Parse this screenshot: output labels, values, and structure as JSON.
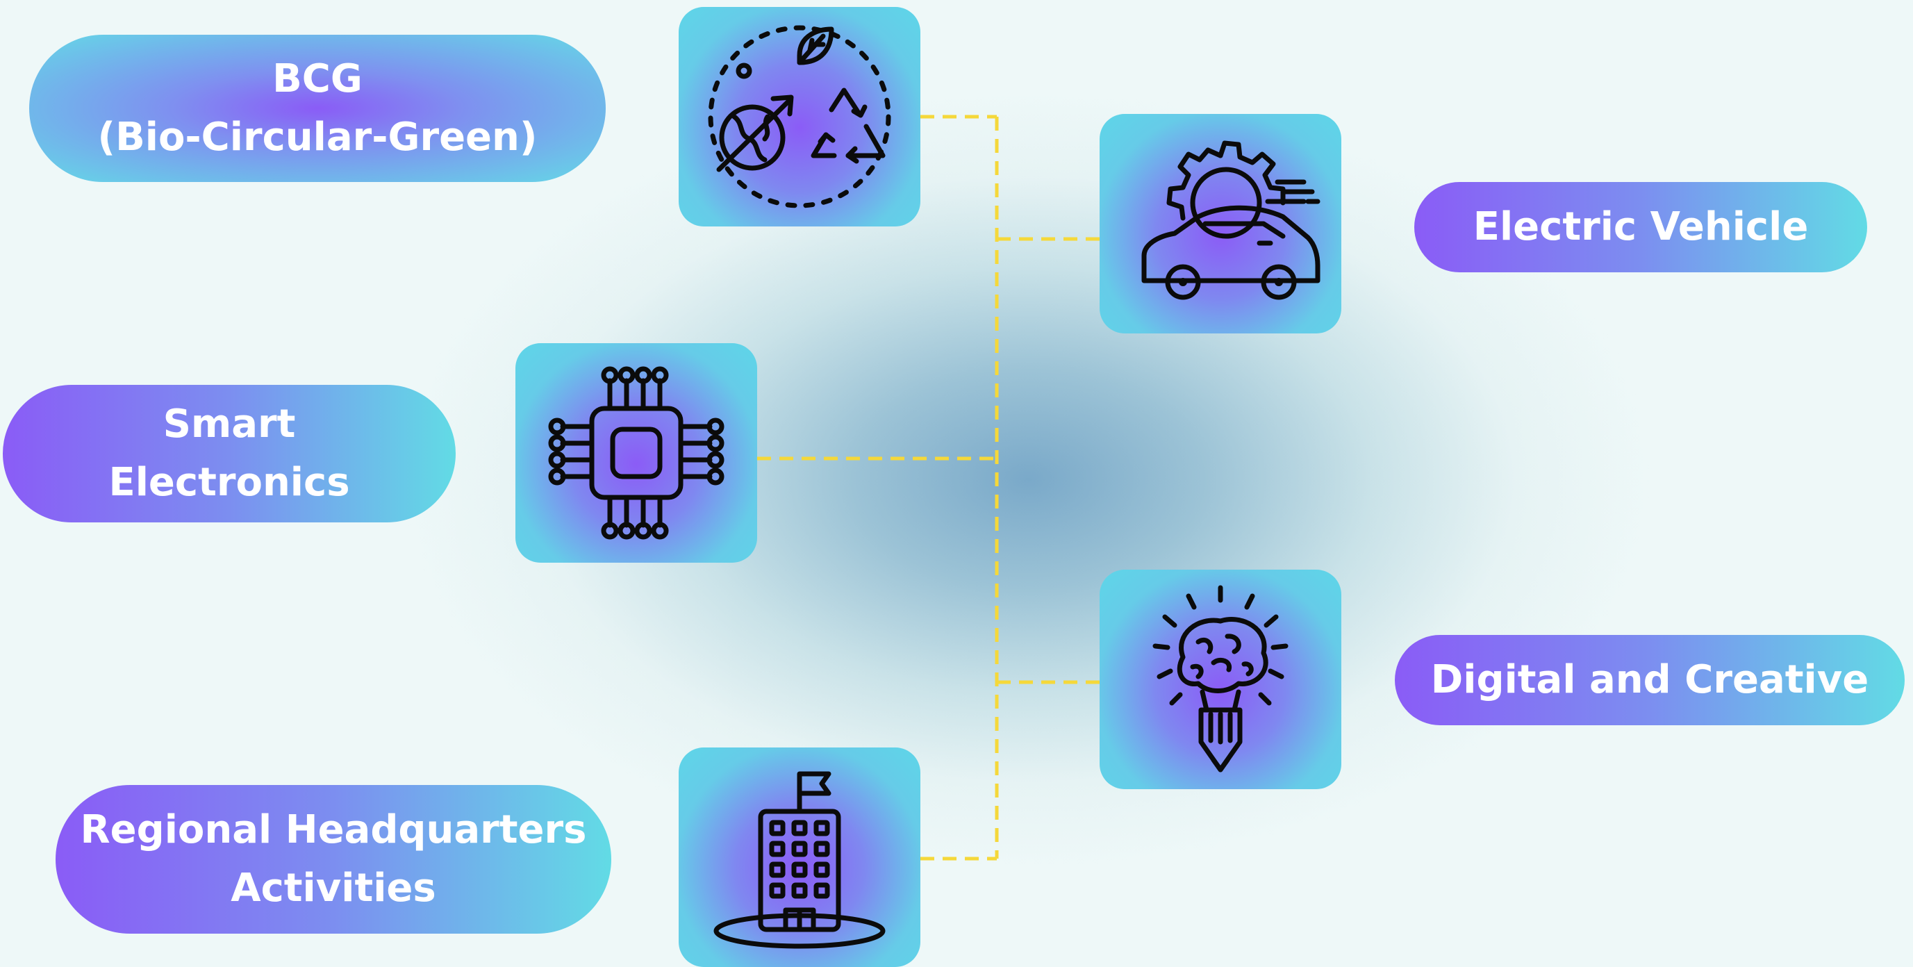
{
  "sectors": {
    "bcg": {
      "line1": "BCG",
      "line2": "(Bio-Circular-Green)"
    },
    "ev": {
      "label": "Electric Vehicle"
    },
    "smart": {
      "line1": "Smart",
      "line2": "Electronics"
    },
    "digital": {
      "label": "Digital and Creative"
    },
    "rhq": {
      "line1": "Regional Headquarters",
      "line2": "Activities"
    }
  },
  "icons": {
    "bcg": "recycle-leaf-globe-icon",
    "ev": "car-gear-icon",
    "smart": "microchip-icon",
    "digital": "brain-pencil-icon",
    "rhq": "building-flag-icon"
  },
  "colors": {
    "accent_purple": "#8a5cf6",
    "accent_cyan": "#62dbe5",
    "connector": "#f5d83a",
    "text": "#ffffff"
  }
}
